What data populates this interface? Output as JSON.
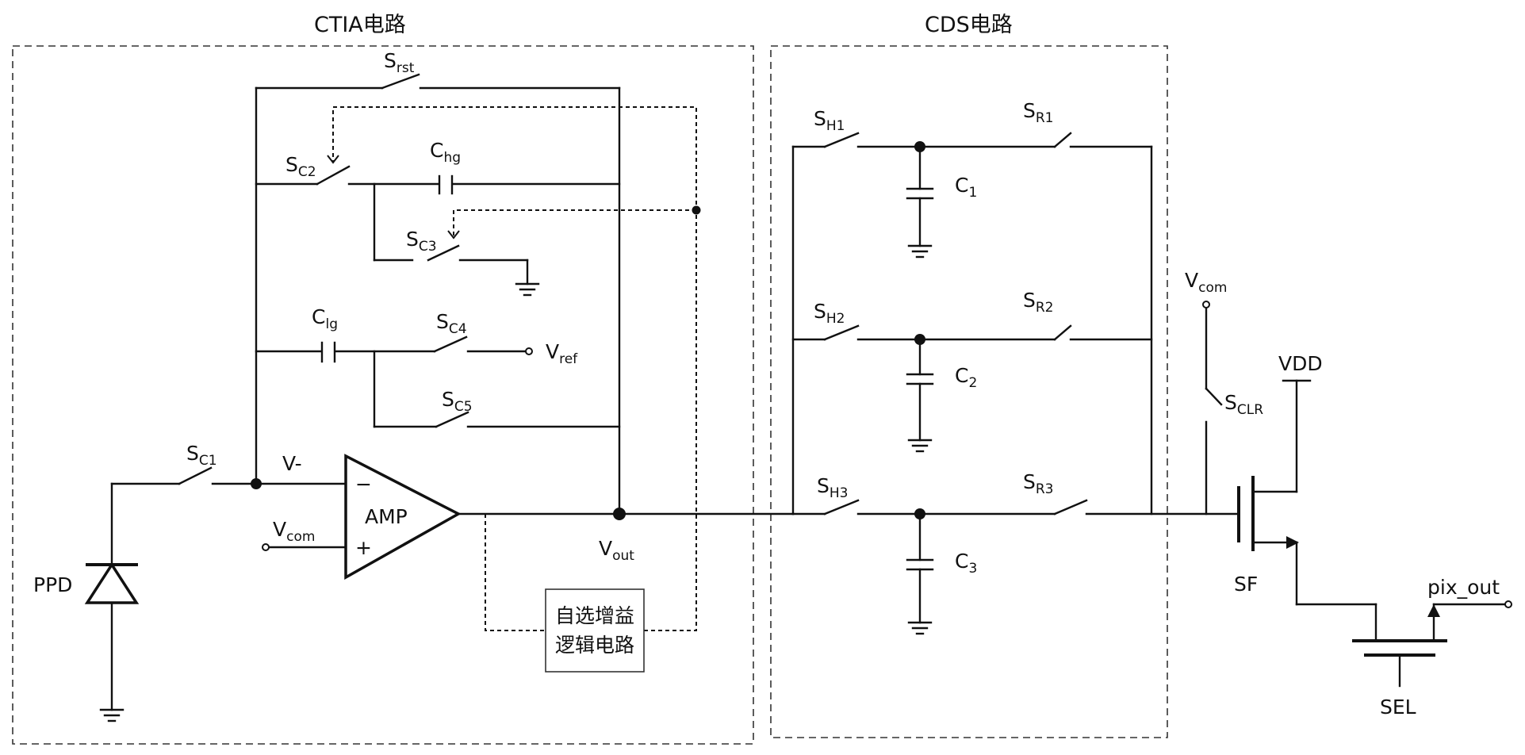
{
  "blocks": {
    "ctia_title": "CTIA电路",
    "cds_title": "CDS电路"
  },
  "labels": {
    "S": "S",
    "C": "C",
    "V": "V",
    "rst": "rst",
    "C1": "C1",
    "C2": "C2",
    "C3": "C3",
    "C4": "C4",
    "C5": "C5",
    "hg": "hg",
    "lg": "lg",
    "ref": "ref",
    "com": "com",
    "out": "out",
    "v_minus": "V-",
    "minus_sign": "−",
    "plus_sign": "+",
    "amp": "AMP",
    "ppd": "PPD",
    "H1": "H1",
    "H2": "H2",
    "H3": "H3",
    "R1": "R1",
    "R2": "R2",
    "R3": "R3",
    "c_idx_1": "1",
    "c_idx_2": "2",
    "c_idx_3": "3",
    "CLR": "CLR",
    "vdd": "VDD",
    "sf": "SF",
    "pix_out": "pix_out",
    "sel": "SEL"
  },
  "logic_block": {
    "line1": "自选增益",
    "line2": "逻辑电路"
  }
}
